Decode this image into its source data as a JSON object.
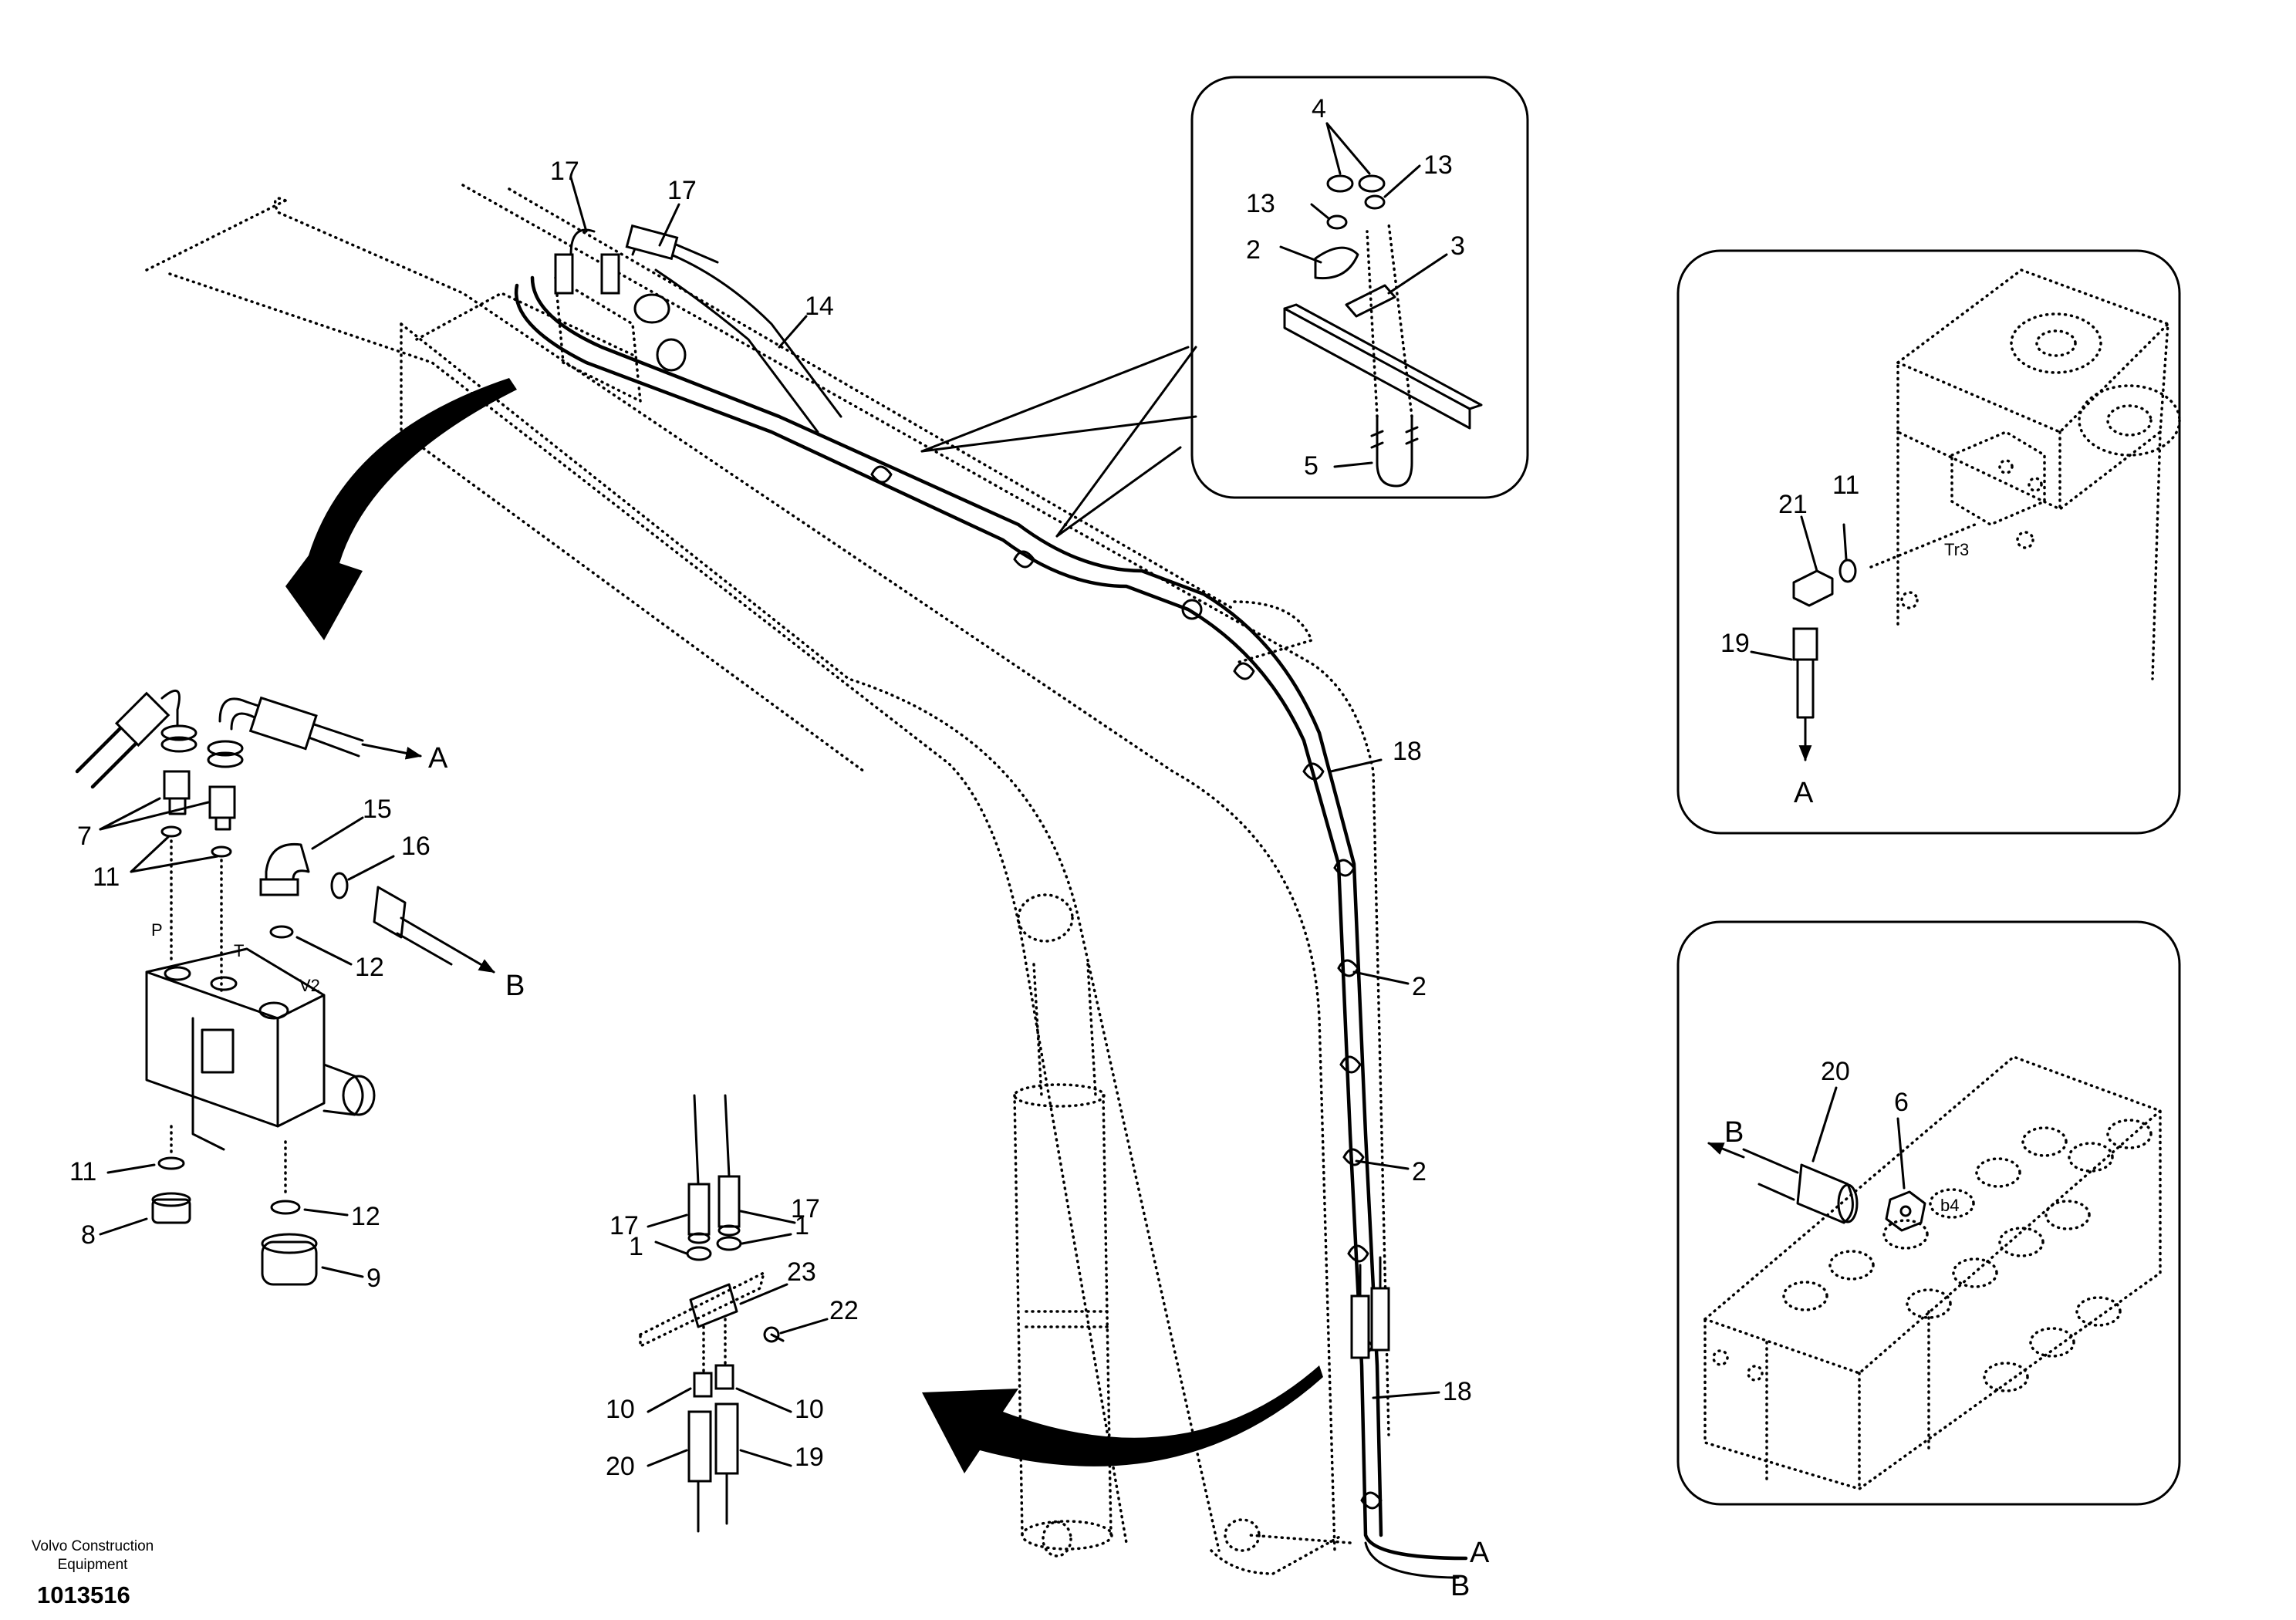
{
  "footer": {
    "company_line1": "Volvo Construction",
    "company_line2": "Equipment",
    "drawing_number": "1013516"
  },
  "boom_labels": {
    "l17a": "17",
    "l17b": "17",
    "l14": "14",
    "l18a": "18",
    "l2a": "2",
    "l2b": "2",
    "l18b": "18",
    "lA": "A",
    "lB": "B"
  },
  "clamp_inset": {
    "l4": "4",
    "l13a": "13",
    "l13b": "13",
    "l2": "2",
    "l3": "3",
    "l5": "5"
  },
  "valve_detail": {
    "lA": "A",
    "l7": "7",
    "l11a": "11",
    "l15": "15",
    "l16": "16",
    "lP": "P",
    "lT": "T",
    "lV2": "V2",
    "l12a": "12",
    "lB": "B",
    "l11b": "11",
    "l12b": "12",
    "l8": "8",
    "l9": "9"
  },
  "coupling_detail": {
    "l17a": "17",
    "l17b": "17",
    "l1a": "1",
    "l1b": "1",
    "l23": "23",
    "l22": "22",
    "l10a": "10",
    "l10b": "10",
    "l20": "20",
    "l19": "19"
  },
  "tr3_inset": {
    "l21": "21",
    "l11": "11",
    "lTr3": "Tr3",
    "l19": "19",
    "lA": "A"
  },
  "b4_inset": {
    "lB": "B",
    "l20": "20",
    "l6": "6",
    "lb4": "b4"
  }
}
